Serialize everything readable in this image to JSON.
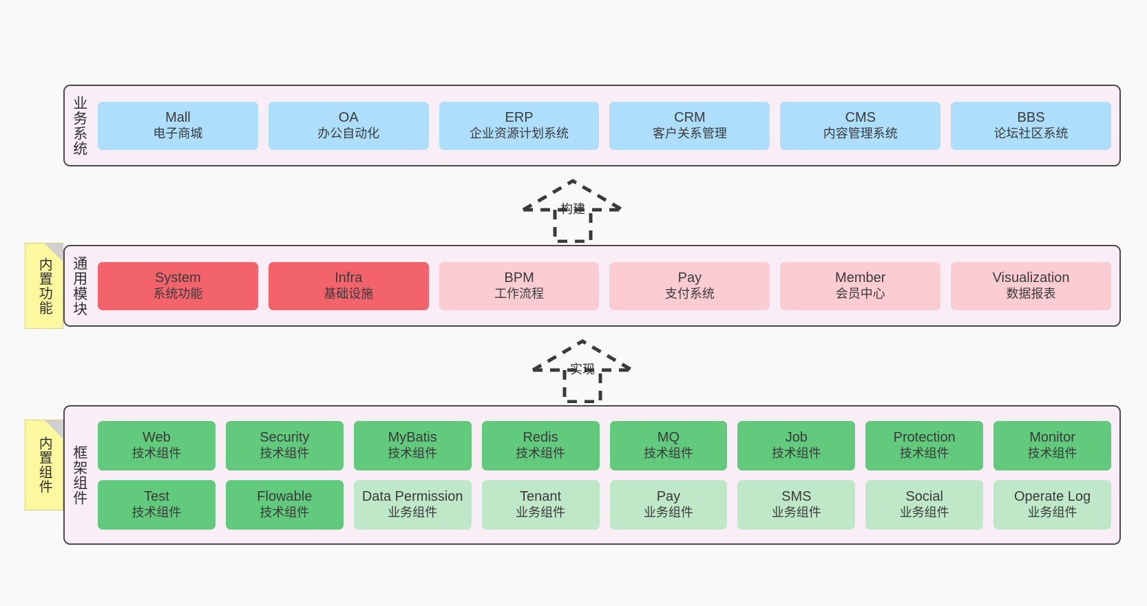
{
  "canvas": {
    "background": "#f9f9f9",
    "panel_fill": "#faeef6",
    "panel_border": "#4a4a4a"
  },
  "colors": {
    "business": "#addefc",
    "module_core": "#f2636c",
    "module_optional": "#fbccd2",
    "component_tech": "#62ca7c",
    "component_biz": "#bfe8c8",
    "note": "#fbf8a0"
  },
  "notes": [
    {
      "id": "note-common",
      "label": "内置功能"
    },
    {
      "id": "note-frame",
      "label": "内置组件"
    }
  ],
  "arrows": [
    {
      "id": "arrow-build",
      "label": "构建",
      "style": "dashed-generalization",
      "direction": "up"
    },
    {
      "id": "arrow-impl",
      "label": "实现",
      "style": "dashed-generalization",
      "direction": "up"
    }
  ],
  "bands": {
    "business": {
      "label": "业务系统",
      "rows": [
        [
          {
            "title": "Mall",
            "subtitle": "电子商城",
            "color": "blue"
          },
          {
            "title": "OA",
            "subtitle": "办公自动化",
            "color": "blue"
          },
          {
            "title": "ERP",
            "subtitle": "企业资源计划系统",
            "color": "blue"
          },
          {
            "title": "CRM",
            "subtitle": "客户关系管理",
            "color": "blue"
          },
          {
            "title": "CMS",
            "subtitle": "内容管理系统",
            "color": "blue"
          },
          {
            "title": "BBS",
            "subtitle": "论坛社区系统",
            "color": "blue"
          }
        ]
      ]
    },
    "common": {
      "label": "通用模块",
      "rows": [
        [
          {
            "title": "System",
            "subtitle": "系统功能",
            "color": "red"
          },
          {
            "title": "Infra",
            "subtitle": "基础设施",
            "color": "red"
          },
          {
            "title": "BPM",
            "subtitle": "工作流程",
            "color": "pink"
          },
          {
            "title": "Pay",
            "subtitle": "支付系统",
            "color": "pink"
          },
          {
            "title": "Member",
            "subtitle": "会员中心",
            "color": "pink"
          },
          {
            "title": "Visualization",
            "subtitle": "数据报表",
            "color": "pink"
          }
        ]
      ]
    },
    "frame": {
      "label": "框架组件",
      "rows": [
        [
          {
            "title": "Web",
            "subtitle": "技术组件",
            "color": "green"
          },
          {
            "title": "Security",
            "subtitle": "技术组件",
            "color": "green"
          },
          {
            "title": "MyBatis",
            "subtitle": "技术组件",
            "color": "green"
          },
          {
            "title": "Redis",
            "subtitle": "技术组件",
            "color": "green"
          },
          {
            "title": "MQ",
            "subtitle": "技术组件",
            "color": "green"
          },
          {
            "title": "Job",
            "subtitle": "技术组件",
            "color": "green"
          },
          {
            "title": "Protection",
            "subtitle": "技术组件",
            "color": "green"
          },
          {
            "title": "Monitor",
            "subtitle": "技术组件",
            "color": "green"
          }
        ],
        [
          {
            "title": "Test",
            "subtitle": "技术组件",
            "color": "green"
          },
          {
            "title": "Flowable",
            "subtitle": "技术组件",
            "color": "green"
          },
          {
            "title": "Data Permission",
            "subtitle": "业务组件",
            "color": "lightgreen"
          },
          {
            "title": "Tenant",
            "subtitle": "业务组件",
            "color": "lightgreen"
          },
          {
            "title": "Pay",
            "subtitle": "业务组件",
            "color": "lightgreen"
          },
          {
            "title": "SMS",
            "subtitle": "业务组件",
            "color": "lightgreen"
          },
          {
            "title": "Social",
            "subtitle": "业务组件",
            "color": "lightgreen"
          },
          {
            "title": "Operate Log",
            "subtitle": "业务组件",
            "color": "lightgreen"
          }
        ]
      ]
    }
  }
}
